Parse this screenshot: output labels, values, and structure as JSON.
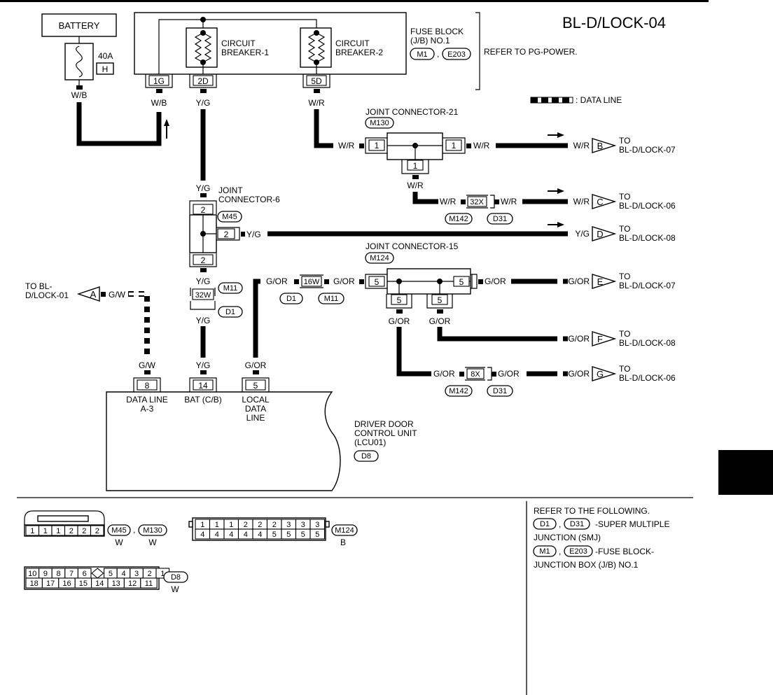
{
  "page": {
    "title": "BL-D/LOCK-04",
    "tab_color": "#000000"
  },
  "battery": {
    "label": "BATTERY",
    "fuse_amp": "40A",
    "fuse_id": "H",
    "wire_out": "W/B"
  },
  "fuse_block": {
    "cb1": [
      "CIRCUIT",
      "BREAKER-1"
    ],
    "cb2": [
      "CIRCUIT",
      "BREAKER-2"
    ],
    "name": [
      "FUSE BLOCK",
      "(J/B) NO.1"
    ],
    "connectors": [
      "M1",
      "E203"
    ],
    "refer": "REFER TO PG-POWER.",
    "terminals": [
      "1G",
      "2D",
      "5D"
    ]
  },
  "wires": {
    "wb": "W/B",
    "yg": "Y/G",
    "wr": "W/R",
    "gor": "G/OR",
    "gw": "G/W"
  },
  "legend": {
    "data_line": ": DATA LINE"
  },
  "jc21": {
    "title": "JOINT CONNECTOR-21",
    "conn": "M130",
    "pins": [
      "1",
      "1",
      "1"
    ]
  },
  "jc6": {
    "title": [
      "JOINT",
      "CONNECTOR-6"
    ],
    "conn": "M45",
    "pins": [
      "2",
      "2",
      "2"
    ]
  },
  "jc15": {
    "title": "JOINT CONNECTOR-15",
    "conn": "M124",
    "pins": [
      "5",
      "5",
      "5",
      "5"
    ]
  },
  "inline": {
    "c32x": {
      "pin": "32X",
      "left": "M142",
      "right": "D31"
    },
    "c32w": {
      "pin": "32W",
      "top": "M11",
      "bottom": "D1"
    },
    "c16w": {
      "pin": "16W",
      "left": "D1",
      "right": "M11"
    },
    "c8x": {
      "pin": "8X",
      "left": "M142",
      "right": "D31"
    }
  },
  "outputs": [
    {
      "letter": "B",
      "wire": "W/R",
      "to": [
        "TO",
        "BL-D/LOCK-07"
      ]
    },
    {
      "letter": "C",
      "wire": "W/R",
      "to": [
        "TO",
        "BL-D/LOCK-06"
      ]
    },
    {
      "letter": "D",
      "wire": "Y/G",
      "to": [
        "TO",
        "BL-D/LOCK-08"
      ]
    },
    {
      "letter": "E",
      "wire": "G/OR",
      "to": [
        "TO",
        "BL-D/LOCK-07"
      ]
    },
    {
      "letter": "F",
      "wire": "G/OR",
      "to": [
        "TO",
        "BL-D/LOCK-08"
      ]
    },
    {
      "letter": "G",
      "wire": "G/OR",
      "to": [
        "TO",
        "BL-D/LOCK-06"
      ]
    }
  ],
  "input_a": {
    "letter": "A",
    "wire": "G/W",
    "to": [
      "TO BL-",
      "D/LOCK-01"
    ]
  },
  "ddcu": {
    "name": [
      "DRIVER DOOR",
      "CONTROL UNIT",
      "(LCU01)"
    ],
    "conn": "D8",
    "pins": [
      {
        "num": "8",
        "label": [
          "DATA LINE",
          "A-3"
        ],
        "wire": "G/W"
      },
      {
        "num": "14",
        "label": [
          "BAT (C/B)"
        ],
        "wire": "Y/G"
      },
      {
        "num": "5",
        "label": [
          "LOCAL",
          "DATA",
          "LINE"
        ],
        "wire": "G/OR"
      }
    ]
  },
  "connector_views": {
    "m45": {
      "pins": [
        "1",
        "1",
        "1",
        "2",
        "2",
        "2"
      ],
      "labels": [
        "M45",
        "M130"
      ],
      "colors": [
        "W",
        "W"
      ]
    },
    "m124": {
      "top": [
        "1",
        "1",
        "1",
        "2",
        "2",
        "2",
        "3",
        "3",
        "3"
      ],
      "bottom": [
        "4",
        "4",
        "4",
        "4",
        "4",
        "5",
        "5",
        "5",
        "5"
      ],
      "label": "M124",
      "color": "B"
    },
    "d8": {
      "top": [
        "10",
        "9",
        "8",
        "7",
        "6",
        "5",
        "4",
        "3",
        "2",
        "1"
      ],
      "bottom": [
        "18",
        "17",
        "16",
        "15",
        "14",
        "13",
        "12",
        "11"
      ],
      "label": "D8",
      "color": "W"
    }
  },
  "refer_box": {
    "title": "REFER TO THE FOLLOWING.",
    "l1": {
      "conns": [
        "D1",
        "D31"
      ],
      "text": [
        "-SUPER MULTIPLE",
        "JUNCTION (SMJ)"
      ]
    },
    "l2": {
      "conns": [
        "M1",
        "E203"
      ],
      "text": [
        "-FUSE BLOCK-",
        "JUNCTION BOX (J/B) NO.1"
      ]
    }
  }
}
